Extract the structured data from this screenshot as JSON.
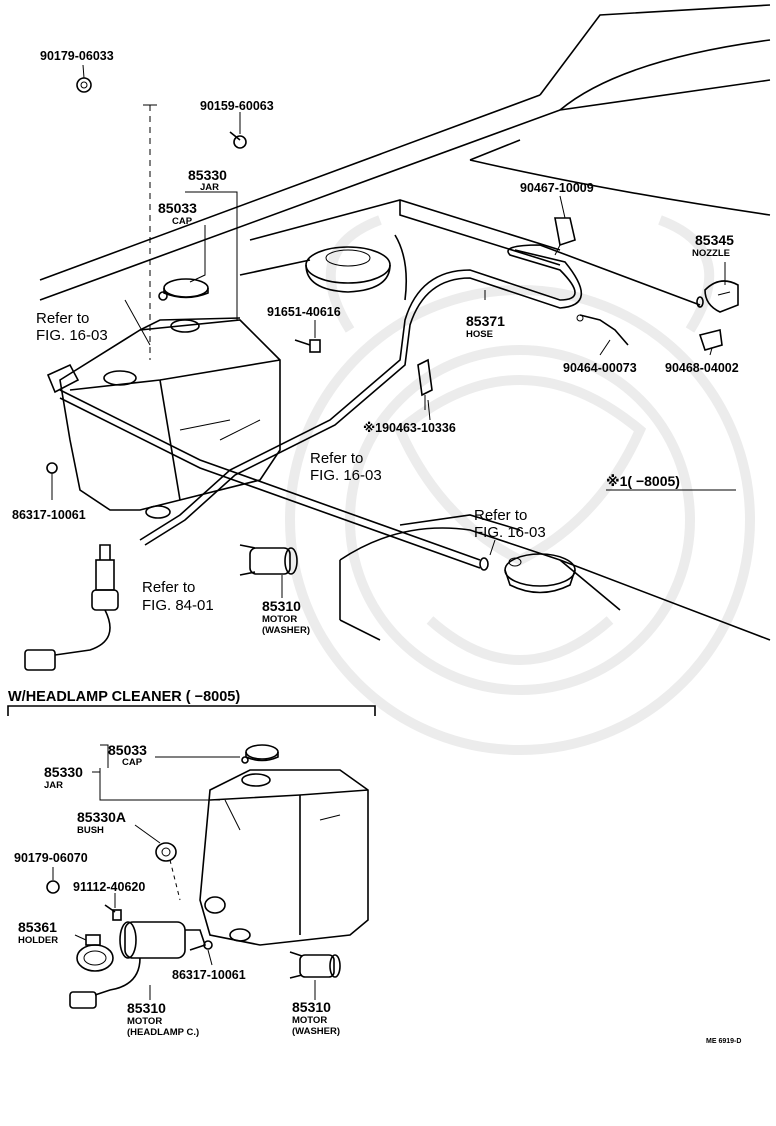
{
  "diagram": {
    "upper": {
      "parts": {
        "p90179_06033": "90179-06033",
        "p90159_60063": "90159-60063",
        "p85330": "85330",
        "p85330_name": "JAR",
        "p85033": "85033",
        "p85033_name": "CAP",
        "p90467_10009": "90467-10009",
        "p85345": "85345",
        "p85345_name": "NOZZLE",
        "p91651_40616": "91651-40616",
        "p85371": "85371",
        "p85371_name": "HOSE",
        "p90464_00073": "90464-00073",
        "p90468_04002": "90468-04002",
        "p190463_10336": "※190463-10336",
        "p86317_10061": "86317-10061",
        "p85310": "85310",
        "p85310_name1": "MOTOR",
        "p85310_name2": "(WASHER)"
      },
      "refs": {
        "ref1_line1": "Refer to",
        "ref1_line2": "FIG. 16-03",
        "ref2_line1": "Refer to",
        "ref2_line2": "FIG. 16-03",
        "ref3_line1": "Refer to",
        "ref3_line2": "FIG. 16-03",
        "ref4_line1": "Refer to",
        "ref4_line2": "FIG. 84-01"
      },
      "note": "※1(      −8005)"
    },
    "lower": {
      "section_header": "W/HEADLAMP CLEANER (          −8005)",
      "parts": {
        "p85033": "85033",
        "p85033_name": "CAP",
        "p85330": "85330",
        "p85330_name": "JAR",
        "p85330A": "85330A",
        "p85330A_name": "BUSH",
        "p90179_06070": "90179-06070",
        "p91112_40620": "91112-40620",
        "p85361": "85361",
        "p85361_name": "HOLDER",
        "p86317_10061": "86317-10061",
        "p85310_hc": "85310",
        "p85310_hc_name1": "MOTOR",
        "p85310_hc_name2": "(HEADLAMP C.)",
        "p85310_w": "85310",
        "p85310_w_name1": "MOTOR",
        "p85310_w_name2": "(WASHER)"
      }
    },
    "catalog_code": "ME 6919-D"
  }
}
